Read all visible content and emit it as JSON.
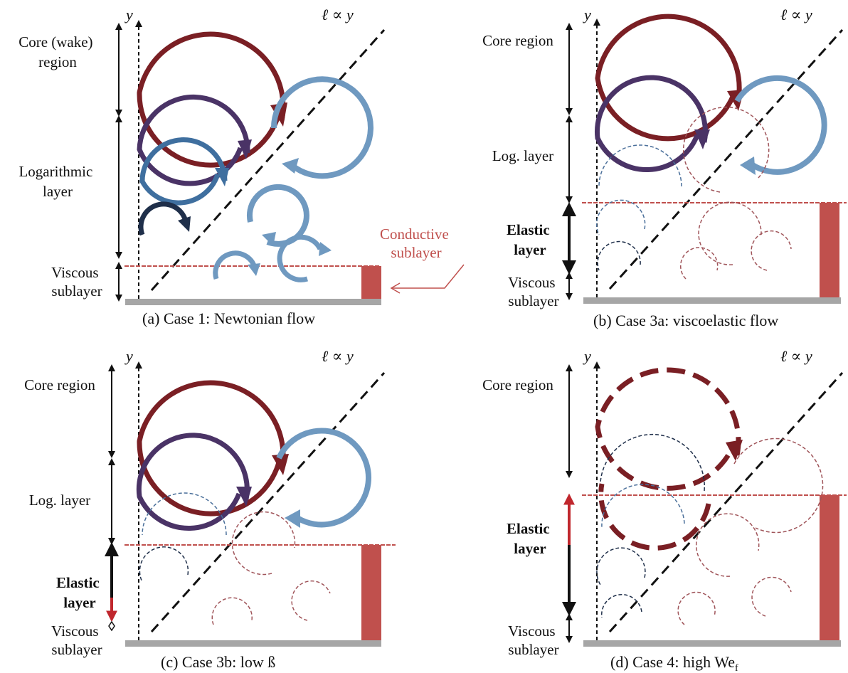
{
  "panels": [
    {
      "y_axis": "y",
      "scaling": "ℓ ∝ y",
      "regions": [
        {
          "lines": [
            "Core (wake)",
            "region"
          ]
        },
        {
          "lines": [
            "Logarithmic",
            "layer"
          ]
        },
        {
          "lines": [
            "Viscous",
            "sublayer"
          ]
        }
      ],
      "conductive_label": [
        "Conductive",
        "sublayer"
      ],
      "caption": "(a) Case 1: Newtonian flow"
    },
    {
      "y_axis": "y",
      "scaling": "ℓ ∝ y",
      "regions": [
        {
          "lines": [
            "Core region"
          ]
        },
        {
          "lines": [
            "Log. layer"
          ]
        },
        {
          "lines": [
            "Elastic",
            "layer"
          ]
        },
        {
          "lines": [
            "Viscous",
            "sublayer"
          ]
        }
      ],
      "caption": "(b) Case 3a: viscoelastic flow"
    },
    {
      "y_axis": "y",
      "scaling": "ℓ ∝ y",
      "regions": [
        {
          "lines": [
            "Core region"
          ]
        },
        {
          "lines": [
            "Log. layer"
          ]
        },
        {
          "lines": [
            "Elastic",
            "layer"
          ]
        },
        {
          "lines": [
            "Viscous",
            "sublayer"
          ]
        }
      ],
      "caption": "(c) Case 3b: low ß"
    },
    {
      "y_axis": "y",
      "scaling": "ℓ ∝ y",
      "regions": [
        {
          "lines": [
            "Core region"
          ]
        },
        {
          "lines": [
            "Elastic",
            "layer"
          ]
        },
        {
          "lines": [
            "Viscous",
            "sublayer"
          ]
        }
      ],
      "caption_main": "(d) Case 4: high We",
      "caption_sub": "f"
    }
  ],
  "colors": {
    "dark_red": "#7a1f24",
    "purple": "#4a3366",
    "steel_blue": "#3f6f9f",
    "light_blue": "#6f99c0",
    "navy": "#1f2f4a",
    "conductive_red": "#c0504d",
    "dashed_blue": "#4a6f9a",
    "dashed_red": "#a0555a",
    "wall": "#a6a6a6"
  }
}
